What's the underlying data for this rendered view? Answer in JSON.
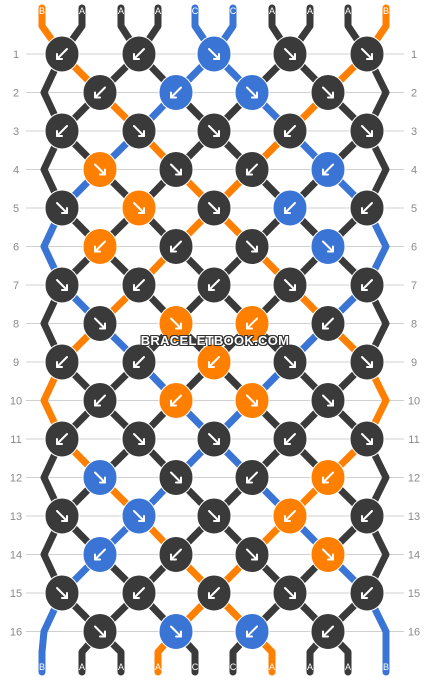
{
  "colors": {
    "A": "#3a3a3a",
    "B": "#ff7f00",
    "C": "#3a74d4",
    "row_line": "#d0d0d0",
    "arrow": "#ffffff"
  },
  "watermark": "BRACELETBOOK.COM",
  "strands_top": [
    "B",
    "A",
    "A",
    "A",
    "C",
    "C",
    "A",
    "A",
    "A",
    "B"
  ],
  "strands_bottom": [
    "B",
    "A",
    "A",
    "A",
    "C",
    "C",
    "A",
    "A",
    "A",
    "B"
  ],
  "row_labels": [
    "1",
    "2",
    "3",
    "4",
    "5",
    "6",
    "7",
    "8",
    "9",
    "10",
    "11",
    "12",
    "13",
    "14",
    "15",
    "16"
  ],
  "knots": [
    {
      "row": 1,
      "pos": 0,
      "color": "A",
      "dir": "sw"
    },
    {
      "row": 1,
      "pos": 2,
      "color": "A",
      "dir": "sw"
    },
    {
      "row": 1,
      "pos": 4,
      "color": "C",
      "dir": "se"
    },
    {
      "row": 1,
      "pos": 6,
      "color": "A",
      "dir": "se"
    },
    {
      "row": 1,
      "pos": 8,
      "color": "A",
      "dir": "se"
    },
    {
      "row": 2,
      "pos": 1,
      "color": "A",
      "dir": "sw"
    },
    {
      "row": 2,
      "pos": 3,
      "color": "C",
      "dir": "sw"
    },
    {
      "row": 2,
      "pos": 5,
      "color": "C",
      "dir": "se"
    },
    {
      "row": 2,
      "pos": 7,
      "color": "A",
      "dir": "se"
    },
    {
      "row": 3,
      "pos": 0,
      "color": "A",
      "dir": "sw"
    },
    {
      "row": 3,
      "pos": 2,
      "color": "A",
      "dir": "se"
    },
    {
      "row": 3,
      "pos": 4,
      "color": "A",
      "dir": "se"
    },
    {
      "row": 3,
      "pos": 6,
      "color": "A",
      "dir": "sw"
    },
    {
      "row": 3,
      "pos": 8,
      "color": "A",
      "dir": "se"
    },
    {
      "row": 4,
      "pos": 1,
      "color": "B",
      "dir": "se"
    },
    {
      "row": 4,
      "pos": 3,
      "color": "A",
      "dir": "se"
    },
    {
      "row": 4,
      "pos": 5,
      "color": "A",
      "dir": "sw"
    },
    {
      "row": 4,
      "pos": 7,
      "color": "C",
      "dir": "sw"
    },
    {
      "row": 5,
      "pos": 0,
      "color": "A",
      "dir": "se"
    },
    {
      "row": 5,
      "pos": 2,
      "color": "B",
      "dir": "se"
    },
    {
      "row": 5,
      "pos": 4,
      "color": "A",
      "dir": "se"
    },
    {
      "row": 5,
      "pos": 6,
      "color": "C",
      "dir": "sw"
    },
    {
      "row": 5,
      "pos": 8,
      "color": "A",
      "dir": "sw"
    },
    {
      "row": 6,
      "pos": 1,
      "color": "B",
      "dir": "sw"
    },
    {
      "row": 6,
      "pos": 3,
      "color": "A",
      "dir": "sw"
    },
    {
      "row": 6,
      "pos": 5,
      "color": "A",
      "dir": "se"
    },
    {
      "row": 6,
      "pos": 7,
      "color": "C",
      "dir": "se"
    },
    {
      "row": 7,
      "pos": 0,
      "color": "A",
      "dir": "se"
    },
    {
      "row": 7,
      "pos": 2,
      "color": "A",
      "dir": "sw"
    },
    {
      "row": 7,
      "pos": 4,
      "color": "A",
      "dir": "sw"
    },
    {
      "row": 7,
      "pos": 6,
      "color": "A",
      "dir": "se"
    },
    {
      "row": 7,
      "pos": 8,
      "color": "A",
      "dir": "sw"
    },
    {
      "row": 8,
      "pos": 1,
      "color": "A",
      "dir": "se"
    },
    {
      "row": 8,
      "pos": 3,
      "color": "B",
      "dir": "se"
    },
    {
      "row": 8,
      "pos": 5,
      "color": "B",
      "dir": "sw"
    },
    {
      "row": 8,
      "pos": 7,
      "color": "A",
      "dir": "sw"
    },
    {
      "row": 9,
      "pos": 0,
      "color": "A",
      "dir": "sw"
    },
    {
      "row": 9,
      "pos": 2,
      "color": "A",
      "dir": "sw"
    },
    {
      "row": 9,
      "pos": 4,
      "color": "B",
      "dir": "sw"
    },
    {
      "row": 9,
      "pos": 6,
      "color": "A",
      "dir": "se"
    },
    {
      "row": 9,
      "pos": 8,
      "color": "A",
      "dir": "se"
    },
    {
      "row": 10,
      "pos": 1,
      "color": "A",
      "dir": "sw"
    },
    {
      "row": 10,
      "pos": 3,
      "color": "B",
      "dir": "sw"
    },
    {
      "row": 10,
      "pos": 5,
      "color": "B",
      "dir": "se"
    },
    {
      "row": 10,
      "pos": 7,
      "color": "A",
      "dir": "se"
    },
    {
      "row": 11,
      "pos": 0,
      "color": "A",
      "dir": "sw"
    },
    {
      "row": 11,
      "pos": 2,
      "color": "A",
      "dir": "se"
    },
    {
      "row": 11,
      "pos": 4,
      "color": "A",
      "dir": "se"
    },
    {
      "row": 11,
      "pos": 6,
      "color": "A",
      "dir": "sw"
    },
    {
      "row": 11,
      "pos": 8,
      "color": "A",
      "dir": "se"
    },
    {
      "row": 12,
      "pos": 1,
      "color": "C",
      "dir": "se"
    },
    {
      "row": 12,
      "pos": 3,
      "color": "A",
      "dir": "se"
    },
    {
      "row": 12,
      "pos": 5,
      "color": "A",
      "dir": "sw"
    },
    {
      "row": 12,
      "pos": 7,
      "color": "B",
      "dir": "sw"
    },
    {
      "row": 13,
      "pos": 0,
      "color": "A",
      "dir": "se"
    },
    {
      "row": 13,
      "pos": 2,
      "color": "C",
      "dir": "se"
    },
    {
      "row": 13,
      "pos": 4,
      "color": "A",
      "dir": "se"
    },
    {
      "row": 13,
      "pos": 6,
      "color": "B",
      "dir": "sw"
    },
    {
      "row": 13,
      "pos": 8,
      "color": "A",
      "dir": "sw"
    },
    {
      "row": 14,
      "pos": 1,
      "color": "C",
      "dir": "sw"
    },
    {
      "row": 14,
      "pos": 3,
      "color": "A",
      "dir": "sw"
    },
    {
      "row": 14,
      "pos": 5,
      "color": "A",
      "dir": "se"
    },
    {
      "row": 14,
      "pos": 7,
      "color": "B",
      "dir": "se"
    },
    {
      "row": 15,
      "pos": 0,
      "color": "A",
      "dir": "se"
    },
    {
      "row": 15,
      "pos": 2,
      "color": "A",
      "dir": "sw"
    },
    {
      "row": 15,
      "pos": 4,
      "color": "A",
      "dir": "sw"
    },
    {
      "row": 15,
      "pos": 6,
      "color": "A",
      "dir": "se"
    },
    {
      "row": 15,
      "pos": 8,
      "color": "A",
      "dir": "sw"
    },
    {
      "row": 16,
      "pos": 1,
      "color": "A",
      "dir": "se"
    },
    {
      "row": 16,
      "pos": 3,
      "color": "C",
      "dir": "se"
    },
    {
      "row": 16,
      "pos": 5,
      "color": "C",
      "dir": "sw"
    },
    {
      "row": 16,
      "pos": 7,
      "color": "A",
      "dir": "sw"
    }
  ]
}
